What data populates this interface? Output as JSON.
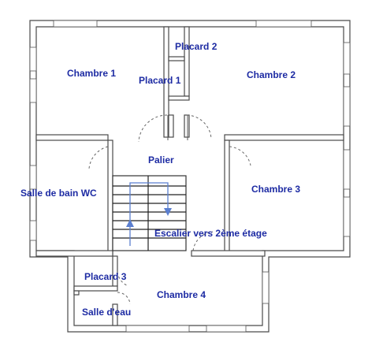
{
  "rooms": {
    "chambre1": "Chambre 1",
    "placard2": "Placard 2",
    "placard1": "Placard 1",
    "chambre2": "Chambre 2",
    "palier": "Palier",
    "salle_de_bain": "Salle de bain WC",
    "chambre3": "Chambre 3",
    "escalier": "Escalier vers 2ème étage",
    "placard3": "Placard 3",
    "chambre4": "Chambre 4",
    "salle_eau": "Salle d'eau"
  },
  "colors": {
    "label": "#1d2ba3",
    "wall": "#4a4a4a",
    "arrow": "#5b7fd0"
  }
}
